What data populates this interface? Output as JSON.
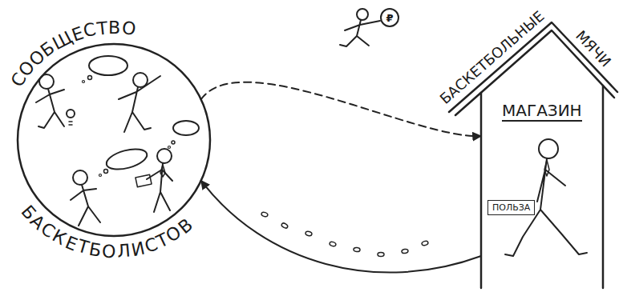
{
  "diagram": {
    "nodes": [
      {
        "text": [
          "СООБЩЕСТВО",
          "БАСКЕТБОЛИСТОВ"
        ]
      },
      {
        "text": [
          "БАСКЕТБОЛЬНЫЕ",
          "МЯЧИ",
          "МАГАЗИН"
        ]
      },
      {
        "text": [
          "ПОЛЬЗА"
        ],
        "in": 1
      }
    ],
    "edges": [
      {
        "from": 0,
        "to": 1,
        "arrow": "to"
      },
      {
        "from": 1,
        "to": 0,
        "arrow": "to"
      }
    ],
    "labels": [
      "₽"
    ]
  }
}
